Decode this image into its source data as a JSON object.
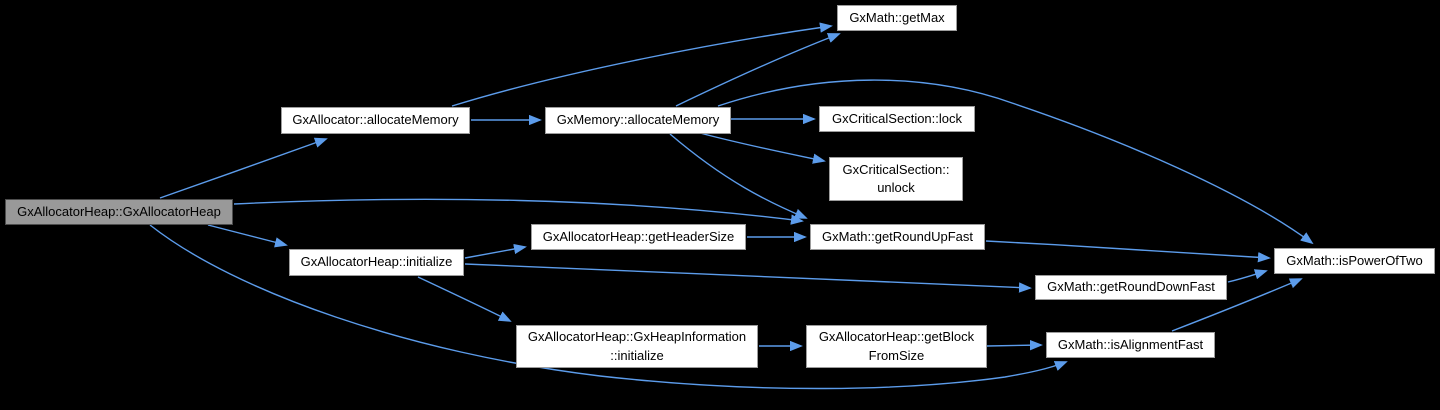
{
  "diagram": {
    "type": "call-graph",
    "colors": {
      "background": "#000000",
      "edge": "#5C9CEB",
      "node-fill": "#FFFFFF",
      "node-border": "#9C9C9C",
      "node-text": "#000000",
      "root-fill": "#999999",
      "root-border": "#4D4D4D"
    },
    "nodes": [
      {
        "id": "gxallocatorheap-constructor",
        "label": "GxAllocatorHeap::GxAllocatorHeap",
        "highlighted": true
      },
      {
        "id": "gxallocator-allocatememory",
        "label": "GxAllocator::allocateMemory"
      },
      {
        "id": "gxmemory-allocatememory",
        "label": "GxMemory::allocateMemory"
      },
      {
        "id": "gxmath-getmax",
        "label": "GxMath::getMax"
      },
      {
        "id": "gxcriticalsection-lock",
        "label": "GxCriticalSection::lock"
      },
      {
        "id": "gxcriticalsection-unlock",
        "label": "GxCriticalSection::\nunlock"
      },
      {
        "id": "gxallocatorheap-initialize",
        "label": "GxAllocatorHeap::initialize"
      },
      {
        "id": "gxallocatorheap-getheadersize",
        "label": "GxAllocatorHeap::getHeaderSize"
      },
      {
        "id": "gxmath-getroundupfast",
        "label": "GxMath::getRoundUpFast"
      },
      {
        "id": "gxmath-ispoweroftwo",
        "label": "GxMath::isPowerOfTwo"
      },
      {
        "id": "gxmath-getrounddownfast",
        "label": "GxMath::getRoundDownFast"
      },
      {
        "id": "gxheapinformation-initialize",
        "label": "GxAllocatorHeap::GxHeapInformation\n::initialize"
      },
      {
        "id": "gxallocatorheap-getblockfromsize",
        "label": "GxAllocatorHeap::getBlock\nFromSize"
      },
      {
        "id": "gxmath-isalignmentfast",
        "label": "GxMath::isAlignmentFast"
      }
    ],
    "edges": [
      {
        "from": "GxAllocatorHeap::GxAllocatorHeap",
        "to": "GxAllocator::allocateMemory"
      },
      {
        "from": "GxAllocatorHeap::GxAllocatorHeap",
        "to": "GxMath::getRoundUpFast"
      },
      {
        "from": "GxAllocatorHeap::GxAllocatorHeap",
        "to": "GxAllocatorHeap::initialize"
      },
      {
        "from": "GxAllocatorHeap::GxAllocatorHeap",
        "to": "GxMath::isAlignmentFast"
      },
      {
        "from": "GxAllocator::allocateMemory",
        "to": "GxMemory::allocateMemory"
      },
      {
        "from": "GxAllocator::allocateMemory",
        "to": "GxMath::getMax"
      },
      {
        "from": "GxMemory::allocateMemory",
        "to": "GxMath::getMax"
      },
      {
        "from": "GxMemory::allocateMemory",
        "to": "GxCriticalSection::lock"
      },
      {
        "from": "GxMemory::allocateMemory",
        "to": "GxCriticalSection::unlock"
      },
      {
        "from": "GxMemory::allocateMemory",
        "to": "GxMath::getRoundUpFast"
      },
      {
        "from": "GxMemory::allocateMemory",
        "to": "GxMath::isPowerOfTwo"
      },
      {
        "from": "GxAllocatorHeap::initialize",
        "to": "GxAllocatorHeap::getHeaderSize"
      },
      {
        "from": "GxAllocatorHeap::initialize",
        "to": "GxMath::getRoundDownFast"
      },
      {
        "from": "GxAllocatorHeap::initialize",
        "to": "GxAllocatorHeap::GxHeapInformation::initialize"
      },
      {
        "from": "GxAllocatorHeap::getHeaderSize",
        "to": "GxMath::getRoundUpFast"
      },
      {
        "from": "GxMath::getRoundUpFast",
        "to": "GxMath::isPowerOfTwo"
      },
      {
        "from": "GxMath::getRoundDownFast",
        "to": "GxMath::isPowerOfTwo"
      },
      {
        "from": "GxAllocatorHeap::GxHeapInformation::initialize",
        "to": "GxAllocatorHeap::getBlockFromSize"
      },
      {
        "from": "GxAllocatorHeap::getBlockFromSize",
        "to": "GxMath::isAlignmentFast"
      },
      {
        "from": "GxMath::isAlignmentFast",
        "to": "GxMath::isPowerOfTwo"
      }
    ]
  }
}
